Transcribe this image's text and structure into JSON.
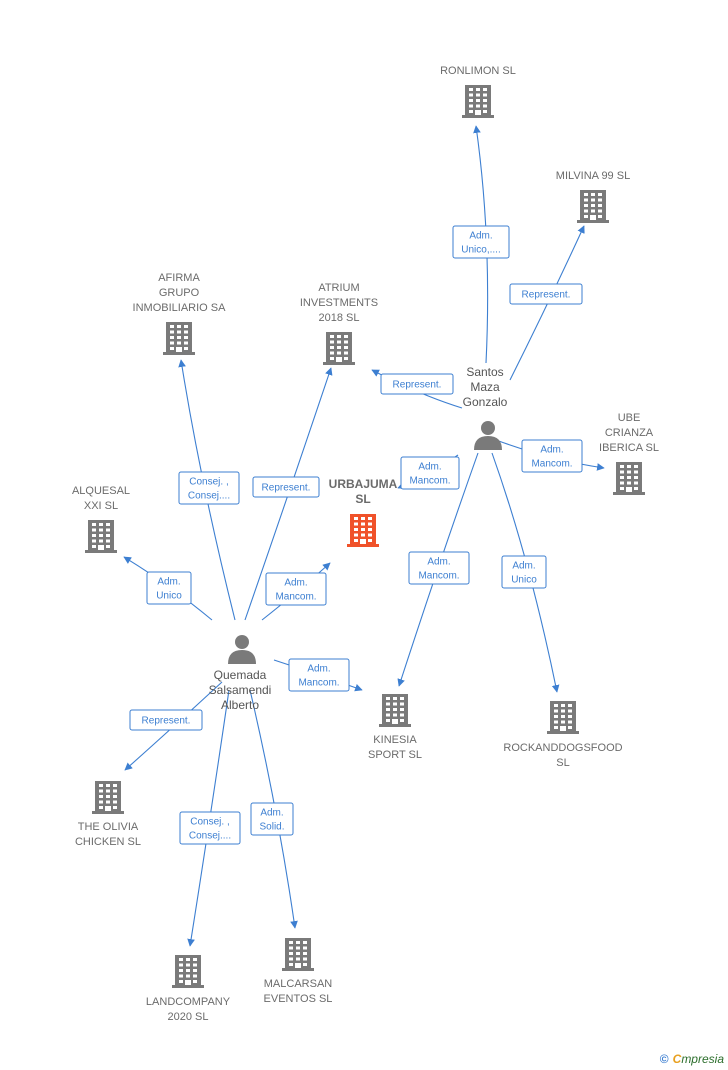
{
  "colors": {
    "edge": "#3d7fd1",
    "building": "#7a7a7a",
    "focus": "#f0522a",
    "person": "#7a7a7a"
  },
  "companies": [
    {
      "id": "ronlimon",
      "lines": [
        "RONLIMON SL"
      ]
    },
    {
      "id": "milvina",
      "lines": [
        "MILVINA 99 SL"
      ]
    },
    {
      "id": "afirma",
      "lines": [
        "AFIRMA",
        "GRUPO",
        "INMOBILIARIO SA"
      ]
    },
    {
      "id": "atrium",
      "lines": [
        "ATRIUM",
        "INVESTMENTS",
        "2018  SL"
      ]
    },
    {
      "id": "ube",
      "lines": [
        "UBE",
        "CRIANZA",
        "IBERICA  SL"
      ]
    },
    {
      "id": "urbajuma",
      "lines": [
        "URBAJUMA",
        "SL"
      ],
      "focus": true
    },
    {
      "id": "alquesal",
      "lines": [
        "ALQUESAL",
        "XXI  SL"
      ]
    },
    {
      "id": "kinesia",
      "lines": [
        "KINESIA",
        "SPORT  SL"
      ]
    },
    {
      "id": "rockanddogs",
      "lines": [
        "ROCKANDDOGSFOOD",
        "SL"
      ]
    },
    {
      "id": "olivia",
      "lines": [
        "THE OLIVIA",
        "CHICKEN  SL"
      ]
    },
    {
      "id": "landcompany",
      "lines": [
        "LANDCOMPANY",
        "2020  SL"
      ]
    },
    {
      "id": "malcarsan",
      "lines": [
        "MALCARSAN",
        "EVENTOS  SL"
      ]
    }
  ],
  "persons": [
    {
      "id": "santos",
      "lines": [
        "Santos",
        "Maza",
        "Gonzalo"
      ]
    },
    {
      "id": "quemada",
      "lines": [
        "Quemada",
        "Salsamendi",
        "Alberto"
      ]
    }
  ],
  "edges": [
    {
      "id": "e-santos-ronlimon",
      "label": [
        "Adm.",
        "Unico,...."
      ]
    },
    {
      "id": "e-santos-milvina",
      "label": [
        "Represent."
      ]
    },
    {
      "id": "e-santos-atrium",
      "label": [
        "Represent."
      ]
    },
    {
      "id": "e-santos-urbajuma",
      "label": [
        "Adm.",
        "Mancom."
      ]
    },
    {
      "id": "e-santos-ube",
      "label": [
        "Adm.",
        "Mancom."
      ]
    },
    {
      "id": "e-santos-kinesia",
      "label": [
        "Adm.",
        "Mancom."
      ]
    },
    {
      "id": "e-santos-rockanddogs",
      "label": [
        "Adm.",
        "Unico"
      ]
    },
    {
      "id": "e-quemada-afirma",
      "label": [
        "Consej. ,",
        "Consej...."
      ]
    },
    {
      "id": "e-quemada-atrium",
      "label": [
        "Represent."
      ]
    },
    {
      "id": "e-quemada-alquesal",
      "label": [
        "Adm.",
        "Unico"
      ]
    },
    {
      "id": "e-quemada-urbajuma",
      "label": [
        "Adm.",
        "Mancom."
      ]
    },
    {
      "id": "e-quemada-kinesia",
      "label": [
        "Adm.",
        "Mancom."
      ]
    },
    {
      "id": "e-quemada-olivia",
      "label": [
        "Represent."
      ]
    },
    {
      "id": "e-quemada-landcompany",
      "label": [
        "Consej. ,",
        "Consej...."
      ]
    },
    {
      "id": "e-quemada-malcarsan",
      "label": [
        "Adm.",
        "Solid."
      ]
    }
  ],
  "footer": {
    "copyright": "©",
    "brand_first": "C",
    "brand_rest": "mpresia"
  }
}
